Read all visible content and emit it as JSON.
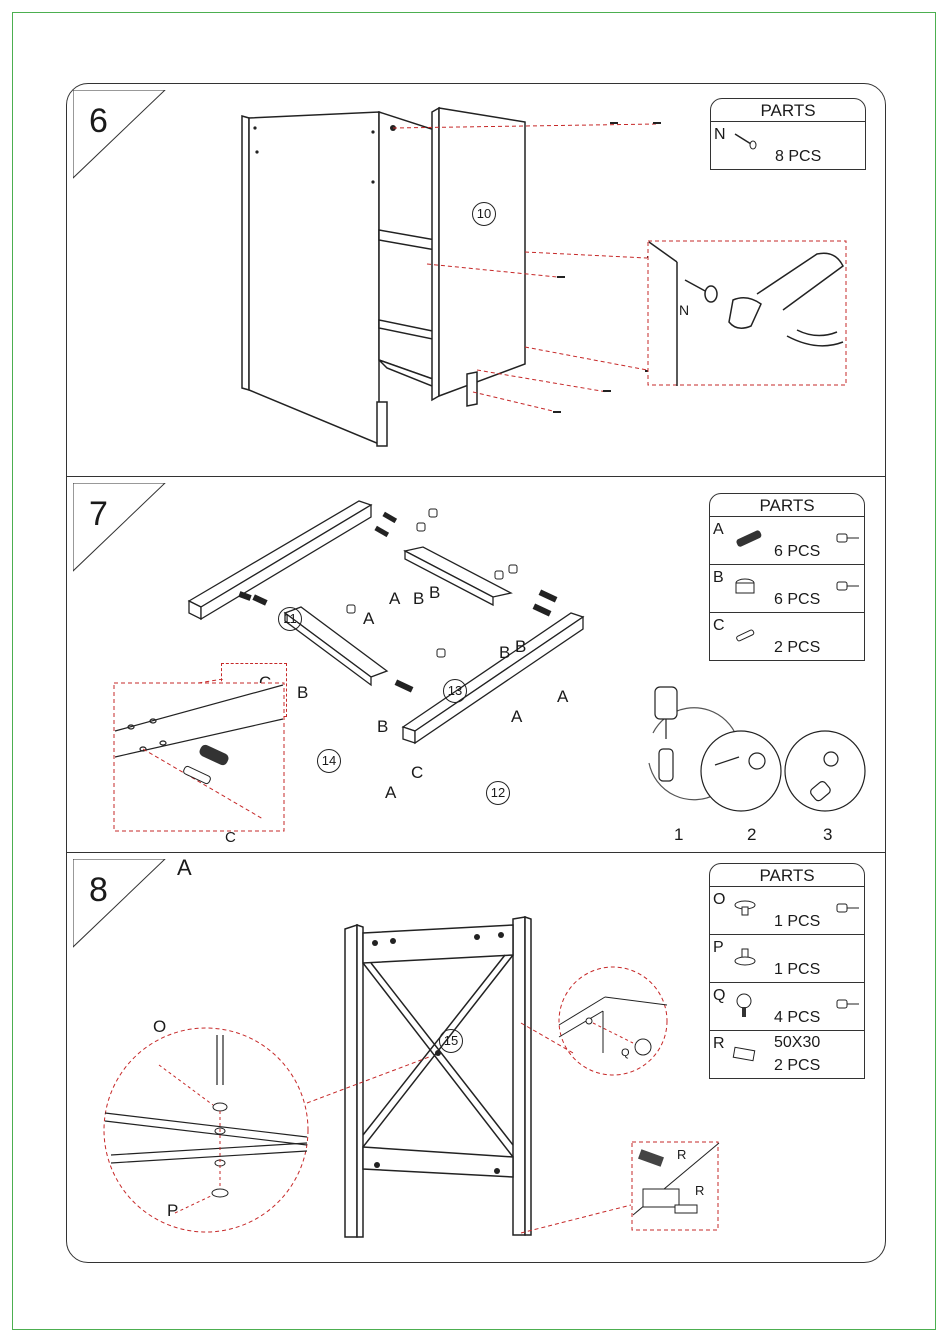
{
  "steps": [
    {
      "number": "6",
      "parts_title": "PARTS",
      "parts": [
        {
          "letter": "N",
          "qty": "8 PCS",
          "icon": "nail-icon"
        }
      ],
      "callouts": {
        "panel": "10",
        "detail_letter": "N"
      }
    },
    {
      "number": "7",
      "parts_title": "PARTS",
      "parts": [
        {
          "letter": "A",
          "qty": "6 PCS",
          "icon": "cam-bolt-icon",
          "tool": "screwdriver-icon"
        },
        {
          "letter": "B",
          "qty": "6 PCS",
          "icon": "cam-lock-icon",
          "tool": "screwdriver-icon"
        },
        {
          "letter": "C",
          "qty": "2 PCS",
          "icon": "wooden-dowel-icon"
        }
      ],
      "callouts": {
        "rail_11": "11",
        "rail_12": "12",
        "rail_13": "13",
        "rail_14": "14",
        "A": "A",
        "B": "B",
        "C": "C",
        "sub_steps": [
          "1",
          "2",
          "3"
        ]
      }
    },
    {
      "number": "8",
      "parts_title": "PARTS",
      "parts": [
        {
          "letter": "O",
          "qty": "1 PCS",
          "icon": "leveler-icon",
          "tool": "screwdriver-icon"
        },
        {
          "letter": "P",
          "qty": "1 PCS",
          "icon": "connector-icon"
        },
        {
          "letter": "Q",
          "qty": "4 PCS",
          "icon": "screw-icon",
          "tool": "screwdriver-icon"
        },
        {
          "letter": "R",
          "qty": "2 PCS",
          "size": "50X30",
          "icon": "felt-pad-icon"
        }
      ],
      "callouts": {
        "panel": "15",
        "O": "O",
        "P": "P",
        "Q": "Q",
        "R": "R"
      }
    }
  ],
  "colors": {
    "frame_green": "#4caf50",
    "line": "#222222",
    "dashed_red": "#c62828"
  }
}
